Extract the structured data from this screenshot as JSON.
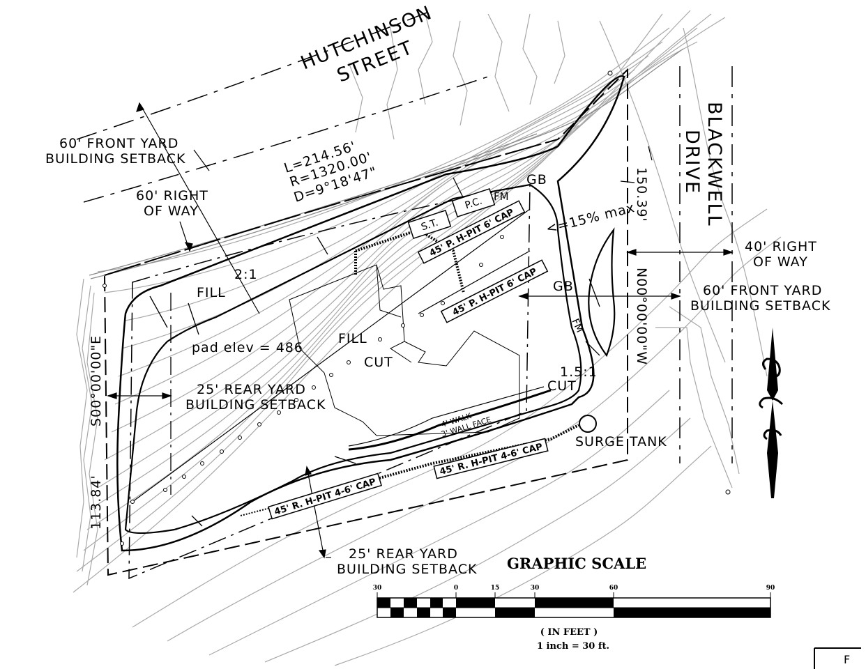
{
  "streets": {
    "hutchinson_line1": "HUTCHINSON",
    "hutchinson_line2": "STREET",
    "blackwell_line1": "BLACKWELL",
    "blackwell_line2": "DRIVE"
  },
  "curve": {
    "length": "L=214.56'",
    "radius": "R=1320.00'",
    "delta": "D=9°18'47\""
  },
  "labels": {
    "front_setback_left_1": "60' FRONT YARD",
    "front_setback_left_2": "BUILDING SETBACK",
    "row_left_1": "60' RIGHT",
    "row_left_2": "OF WAY",
    "row_right_1": "40' RIGHT",
    "row_right_2": "OF WAY",
    "front_setback_right_1": "60' FRONT YARD",
    "front_setback_right_2": "BUILDING SETBACK",
    "rear_setback_left_1": "25' REAR YARD",
    "rear_setback_left_2": "BUILDING SETBACK",
    "rear_setback_bottom_1": "25' REAR YARD",
    "rear_setback_bottom_2": "BUILDING SETBACK",
    "slope_21": "2:1",
    "fill_left": "FILL",
    "pad_elev": "pad elev = 486",
    "fill_center": "FILL",
    "cut_center": "CUT",
    "slope_151": "1.5:1",
    "cut_right": "CUT",
    "gb_top": "GB",
    "gb_mid": "GB",
    "fm_top": "FM",
    "fm_right": "FM",
    "slope_max": "<=15% max",
    "walk": "4' WALK",
    "wall_face": "3' WALL FACE",
    "surge_tank": "SURGE TANK"
  },
  "boxes": {
    "st": "S.T.",
    "pc": "P.C.",
    "pit1": "45' P. H-PIT 6' CAP",
    "pit2": "45' P. H-PIT 6' CAP",
    "pit3": "45' R. H-PIT 4-6' CAP",
    "pit4": "45' R. H-PIT 4-6' CAP"
  },
  "bearings": {
    "north_bearing": "N00°00'00\"W",
    "north_dist": "150.39'",
    "south_bearing": "S00°00'00\"E",
    "south_dist": "113.84'"
  },
  "scale": {
    "title": "GRAPHIC SCALE",
    "ticks": [
      "30",
      "0",
      "15",
      "30",
      "60",
      "90"
    ],
    "units": "( IN FEET )",
    "ratio": "1 inch = 30 ft."
  },
  "title_block": {
    "corner_text": "F"
  }
}
